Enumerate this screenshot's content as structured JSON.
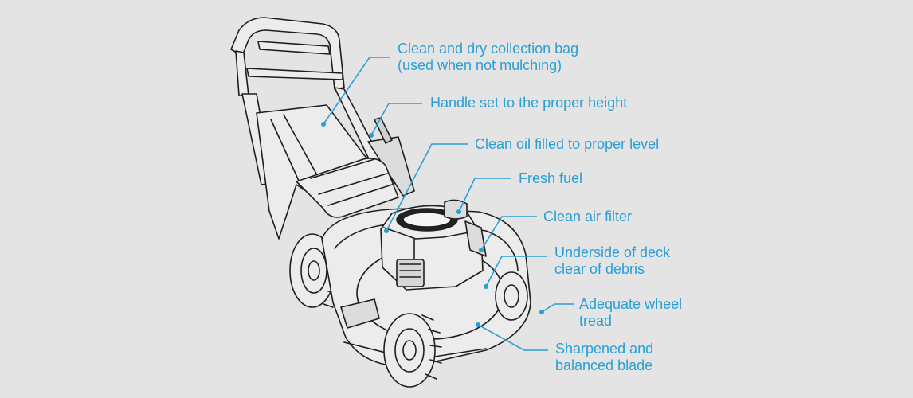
{
  "diagram": {
    "accent_color": "#2a9fd6",
    "line_color": "#1e1e1e",
    "fill_color": "#ececec",
    "background": "#e4e4e4",
    "illustration": "lawn-mower",
    "callouts": [
      {
        "id": "bag",
        "lines": [
          "Clean and dry collection bag",
          "(used when not mulching)"
        ]
      },
      {
        "id": "handle",
        "lines": [
          "Handle set to the proper height"
        ]
      },
      {
        "id": "oil",
        "lines": [
          "Clean oil filled to proper level"
        ]
      },
      {
        "id": "fuel",
        "lines": [
          "Fresh fuel"
        ]
      },
      {
        "id": "air",
        "lines": [
          "Clean air filter"
        ]
      },
      {
        "id": "deck",
        "lines": [
          "Underside of deck",
          "clear of debris"
        ]
      },
      {
        "id": "wheel",
        "lines": [
          "Adequate wheel",
          "tread"
        ]
      },
      {
        "id": "blade",
        "lines": [
          "Sharpened and",
          "balanced blade"
        ]
      }
    ]
  }
}
